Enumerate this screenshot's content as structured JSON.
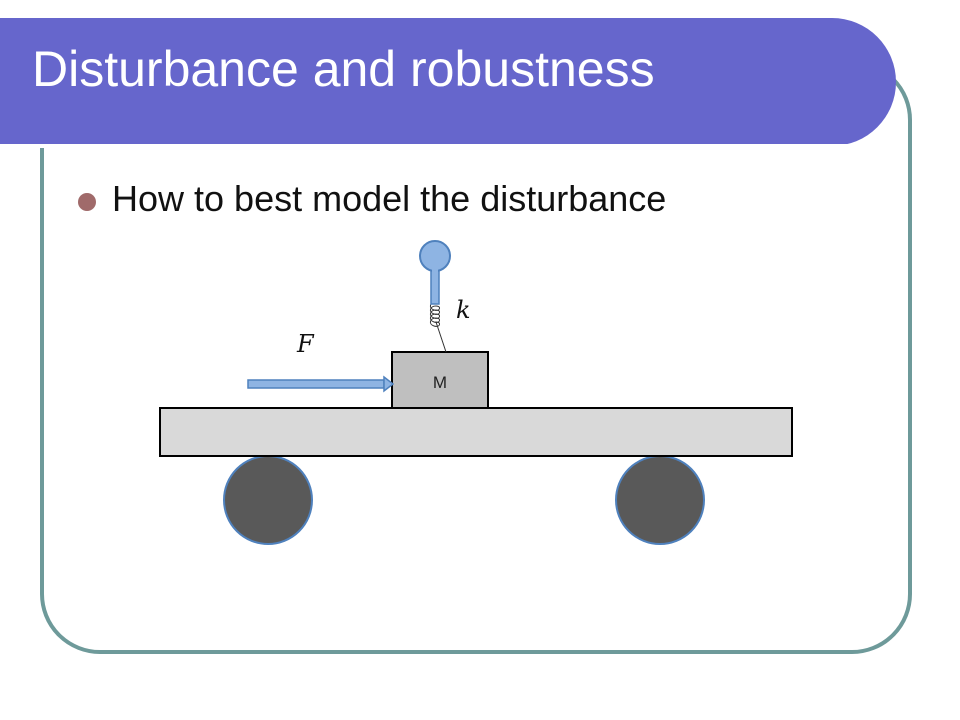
{
  "slide": {
    "title": "Disturbance and robustness",
    "bullets": [
      "How to best model the disturbance"
    ]
  },
  "diagram": {
    "mass_label": "M",
    "force_label": "F",
    "spring_label": "k"
  },
  "colors": {
    "title_bar": "#6666cc",
    "frame_border": "#6e9a9a",
    "bullet": "#a06a6a",
    "arrow": "#8eb4e3",
    "wheel": "#595959",
    "cart": "#d9d9d9",
    "mass": "#bfbfbf"
  }
}
